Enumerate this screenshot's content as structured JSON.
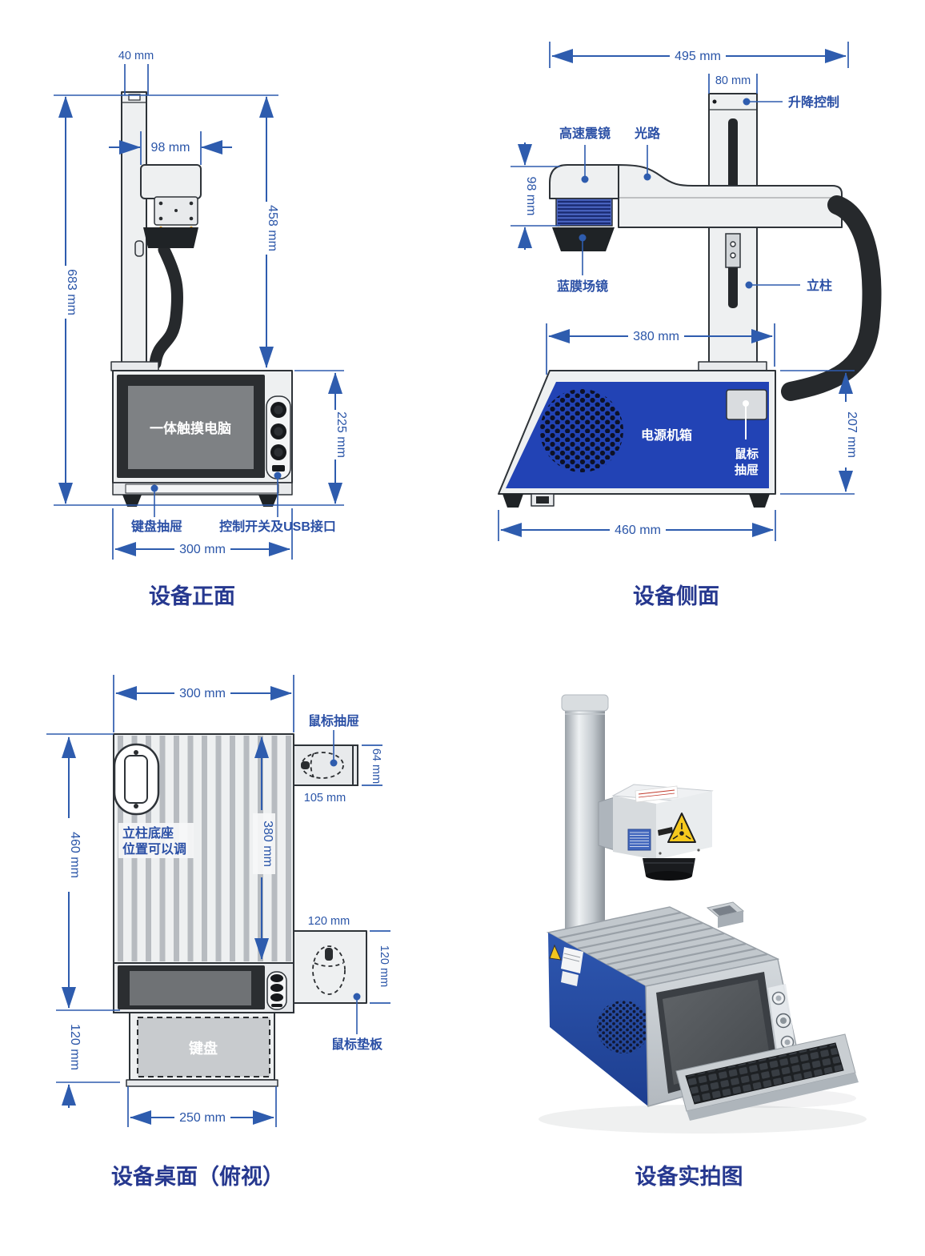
{
  "front": {
    "title": "设备正面",
    "dim_40": "40 mm",
    "dim_98": "98 mm",
    "dim_683": "683 mm",
    "dim_458": "458 mm",
    "dim_225": "225 mm",
    "dim_300": "300 mm",
    "screen_label": "一体触摸电脑",
    "keyboard_drawer_label": "键盘抽屉",
    "usb_label": "控制开关及USB接口"
  },
  "side": {
    "title": "设备侧面",
    "dim_495": "495 mm",
    "dim_80": "80 mm",
    "dim_98": "98 mm",
    "dim_380": "380 mm",
    "dim_460": "460 mm",
    "dim_207": "207 mm",
    "lift_label": "升降控制",
    "galvo_label": "高速震镜",
    "light_path_label": "光路",
    "field_lens_label": "蓝膜场镜",
    "column_label": "立柱",
    "power_label": "电源机箱",
    "mouse_line1": "鼠标",
    "mouse_line2": "抽屉"
  },
  "top": {
    "title": "设备桌面（俯视）",
    "dim_300": "300 mm",
    "dim_380": "380 mm",
    "dim_460": "460 mm",
    "dim_64": "64 mm",
    "dim_105": "105 mm",
    "dim_120_pad_w": "120 mm",
    "dim_120_pad_h": "120 mm",
    "dim_120_kb": "120 mm",
    "dim_250": "250 mm",
    "base_line1": "立柱底座",
    "base_line2": "位置可以调",
    "mouse_drawer_label": "鼠标抽屉",
    "mouse_pad_label": "鼠标垫板",
    "keyboard_label": "键盘"
  },
  "photo": {
    "title": "设备实拍图"
  },
  "colors": {
    "dimension_blue": "#2e5cae",
    "label_blue": "#2a4fa5",
    "title_navy": "#26388f",
    "machine_blue": "#2243b5",
    "galvo_stripe_blue": "#4d68c6",
    "warning_yellow": "#f6c91e",
    "machine_light": "#eef0f1",
    "outline_dark": "#2e3338"
  }
}
